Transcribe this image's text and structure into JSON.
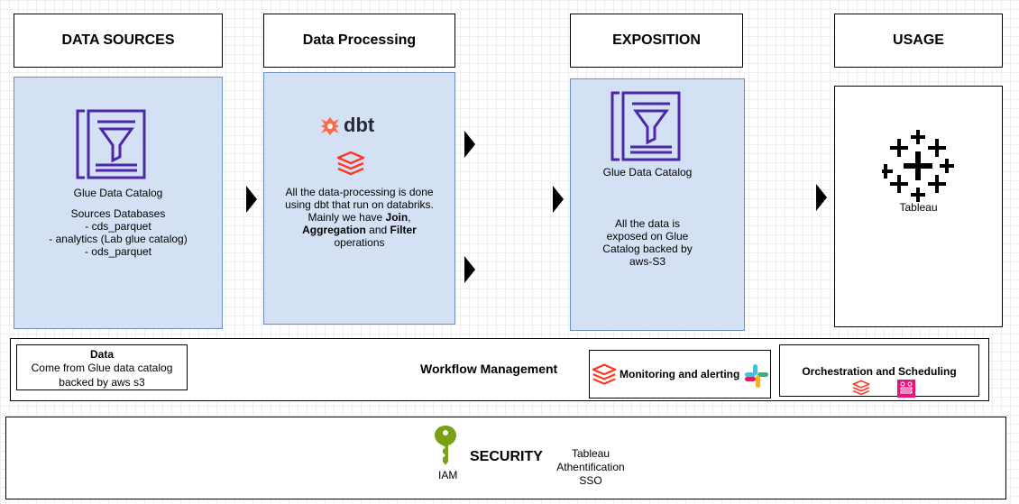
{
  "headers": {
    "data_sources": "DATA SOURCES",
    "data_processing": "Data Processing",
    "exposition": "EXPOSITION",
    "usage": "USAGE"
  },
  "data_sources": {
    "icon_label": "Glue Data Catalog",
    "lines": [
      "Sources Databases",
      "- cds_parquet",
      "- analytics (Lab glue catalog)",
      "- ods_parquet"
    ]
  },
  "processing": {
    "dbt_label": "dbt",
    "line1": "All the data-processing is done",
    "line2": "using dbt that run on databriks.",
    "line3_prefix": "Mainly we have ",
    "join": "Join",
    "comma": ",",
    "aggregation": "Aggregation",
    "and": " and ",
    "filter": "Filter",
    "line5": "operations"
  },
  "exposition": {
    "icon_label": "Glue Data Catalog",
    "lines": [
      "All the data is",
      "exposed on Glue",
      "Catalog backed by",
      "aws-S3"
    ]
  },
  "usage": {
    "label": "Tableau"
  },
  "workflow": {
    "title": "Workflow Management",
    "data_title": "Data",
    "data_lines": [
      "Come from Glue data catalog",
      "backed by aws s3"
    ],
    "monitoring": "Monitoring and alerting",
    "orchestration": "Orchestration and Scheduling"
  },
  "security": {
    "title": "SECURITY",
    "iam": "IAM",
    "tableau_lines": [
      "Tableau",
      "Athentification",
      "SSO"
    ]
  },
  "colors": {
    "panel_fill": "#d4e1f5",
    "panel_border": "#6c8ebf",
    "glue_purple": "#4d27aa",
    "dbt_orange": "#ff694b",
    "databricks_red": "#ff3621",
    "iam_green": "#7aa116",
    "airflow_pink": "#e7157b"
  }
}
